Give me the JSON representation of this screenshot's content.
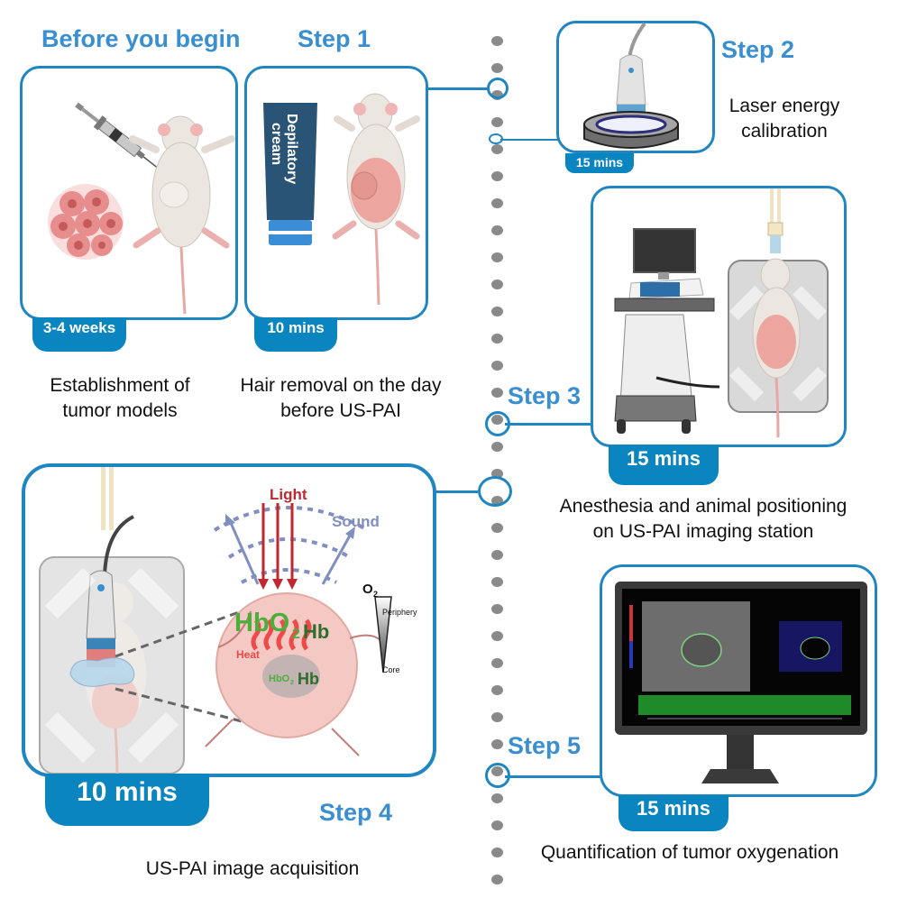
{
  "before": {
    "title": "Before you begin",
    "duration": "3-4 weeks",
    "description_line1": "Establishment of",
    "description_line2": "tumor models"
  },
  "step1": {
    "title": "Step 1",
    "duration": "10 mins",
    "tube_label_line1": "Depilatory",
    "tube_label_line2": "cream",
    "description_line1": "Hair removal on the day",
    "description_line2": "before US-PAI"
  },
  "step2": {
    "title": "Step 2",
    "duration": "15 mins",
    "description_line1": "Laser energy",
    "description_line2": "calibration"
  },
  "step3": {
    "title": "Step 3",
    "duration": "15 mins",
    "description_line1": "Anesthesia and animal positioning",
    "description_line2": "on US-PAI imaging station"
  },
  "step4": {
    "title": "Step 4",
    "duration": "10 mins",
    "description": "US-PAI image acquisition",
    "labels": {
      "light": "Light",
      "sound": "Sound",
      "heat": "Heat",
      "hbo2_large": "HbO",
      "hb_large": "Hb",
      "hbo2_small": "HbO",
      "hb_small": "Hb",
      "subscript_2": "2",
      "o2": "O",
      "periphery": "Periphery",
      "core": "Core"
    }
  },
  "step5": {
    "title": "Step 5",
    "duration": "15 mins",
    "description": "Quantification of tumor oxygenation"
  },
  "colors": {
    "accent_blue": "#1f86c2",
    "title_blue": "#3a8fd0",
    "tag_blue": "#0a85bf",
    "light_red": "#c0282d",
    "sound_blue": "#7f8fbf",
    "hbo2_green": "#4cae3c",
    "hb_green": "#2f6e2a",
    "timeline_gray": "#8a8a8a"
  }
}
